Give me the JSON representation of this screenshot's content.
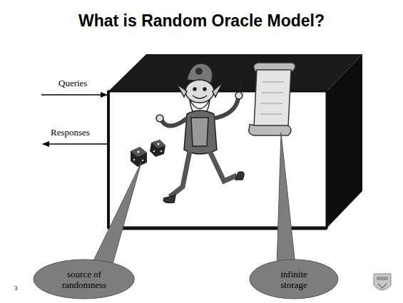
{
  "diagram": {
    "title": "What is Random Oracle Model?",
    "nodes": [
      {
        "text": [
          "source of randomness"
        ]
      },
      {
        "text": [
          "infinite storage"
        ]
      }
    ],
    "labels": [
      "Queries",
      "Responses",
      "3"
    ]
  }
}
